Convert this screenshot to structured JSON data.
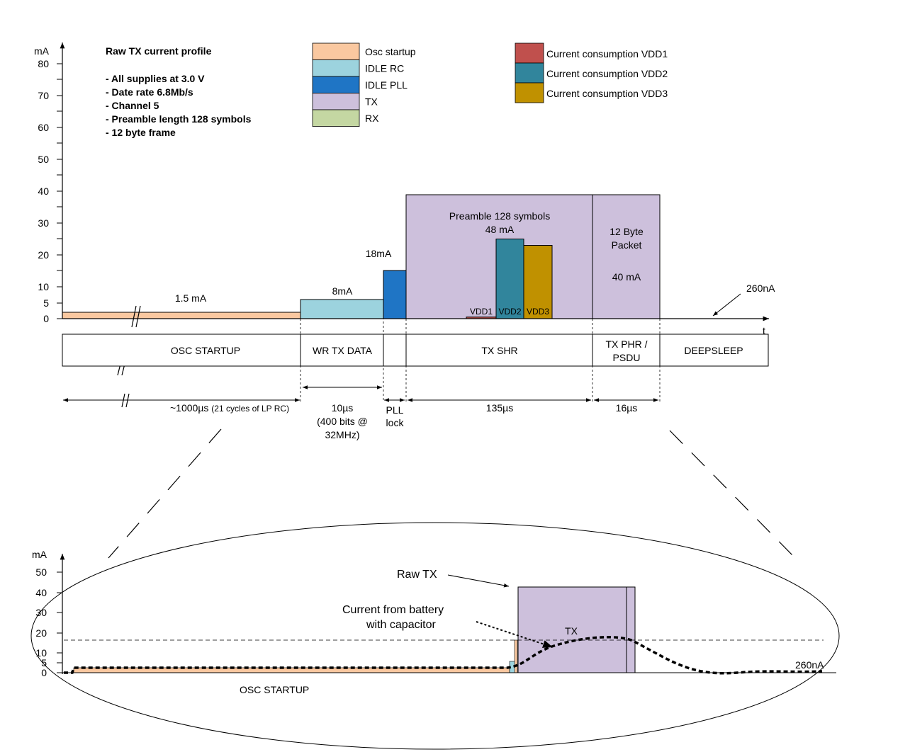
{
  "colors": {
    "osc_startup": "#FAC8A0",
    "idle_rc": "#9CD3DE",
    "idle_pll": "#1F75C5",
    "tx": "#CDC0DC",
    "rx": "#C4D7A2",
    "vdd1": "#C0504D",
    "vdd2": "#31859C",
    "vdd3": "#C09100"
  },
  "top_chart": {
    "y_unit": "mA",
    "x_unit": "t",
    "y_ticks": [
      "80",
      "70",
      "60",
      "50",
      "40",
      "30",
      "20",
      "10",
      "5",
      "0"
    ],
    "notes": [
      "Raw TX current profile",
      "- All supplies at 3.0 V",
      "- Date rate 6.8Mb/s",
      "- Channel 5",
      "- Preamble length 128 symbols",
      "- 12 byte frame"
    ],
    "legend_states": [
      {
        "label": "Osc startup",
        "color": "osc_startup"
      },
      {
        "label": "IDLE RC",
        "color": "idle_rc"
      },
      {
        "label": "IDLE PLL",
        "color": "idle_pll"
      },
      {
        "label": "TX",
        "color": "tx"
      },
      {
        "label": "RX",
        "color": "rx"
      }
    ],
    "legend_supplies": [
      {
        "label": "Current consumption VDD1",
        "color": "vdd1"
      },
      {
        "label": "Current consumption VDD2",
        "color": "vdd2"
      },
      {
        "label": "Current consumption VDD3",
        "color": "vdd3"
      }
    ],
    "segments": [
      {
        "state": "osc_startup",
        "value_label": "1.5 mA",
        "phase": "OSC STARTUP",
        "duration": "~1000µs",
        "duration_note": "(21 cycles of LP RC)"
      },
      {
        "state": "idle_rc",
        "value_label": "8mA",
        "phase": "WR TX DATA",
        "duration": "10µs",
        "duration_note": [
          "(400 bits @",
          "32MHz)"
        ]
      },
      {
        "state": "idle_pll",
        "value_label": "18mA",
        "phase": "",
        "duration": [
          "PLL",
          "lock"
        ]
      },
      {
        "state": "tx",
        "value_label": [
          "Preamble 128 symbols",
          "48 mA"
        ],
        "phase": "TX SHR",
        "duration": "135µs"
      },
      {
        "state": "tx",
        "value_label": [
          "12 Byte",
          "Packet",
          "40 mA"
        ],
        "phase": [
          "TX PHR /",
          "PSDU"
        ],
        "duration": "16µs"
      },
      {
        "state": "",
        "value_label": "260nA",
        "phase": "DEEPSLEEP",
        "duration": ""
      }
    ],
    "supply_bars": [
      {
        "label": "VDD1",
        "color": "vdd1",
        "value_mA": 0.5
      },
      {
        "label": "VDD2",
        "color": "vdd2",
        "value_mA": 25
      },
      {
        "label": "VDD3",
        "color": "vdd3",
        "value_mA": 23
      }
    ]
  },
  "bottom_chart": {
    "y_unit": "mA",
    "y_ticks": [
      "50",
      "40",
      "30",
      "20",
      "10",
      "5",
      "0"
    ],
    "raw_tx_label": "Raw TX",
    "battery_label": [
      "Current from battery",
      "with capacitor"
    ],
    "tx_label": "TX",
    "osc_label": "OSC STARTUP",
    "sleep_label": "260nA"
  }
}
